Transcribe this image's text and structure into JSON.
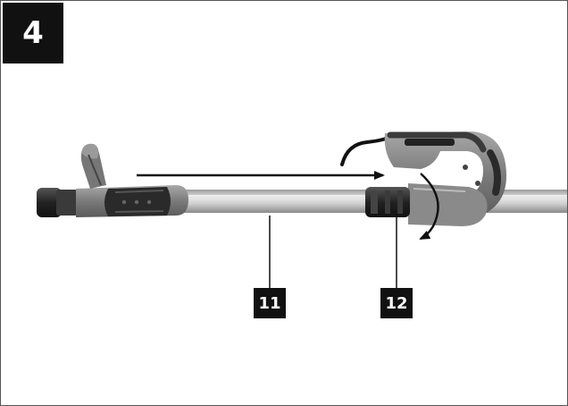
{
  "figure": {
    "step_number": "4",
    "callouts": [
      {
        "label": "11"
      },
      {
        "label": "12"
      }
    ]
  },
  "colors": {
    "frame_border": "#555555",
    "badge_bg": "#111111",
    "badge_text": "#ffffff",
    "tube": "#c9c9c9",
    "handle_dark": "#2e2e2e",
    "handle_grip": "#8c8c8c",
    "arrow": "#111111"
  }
}
